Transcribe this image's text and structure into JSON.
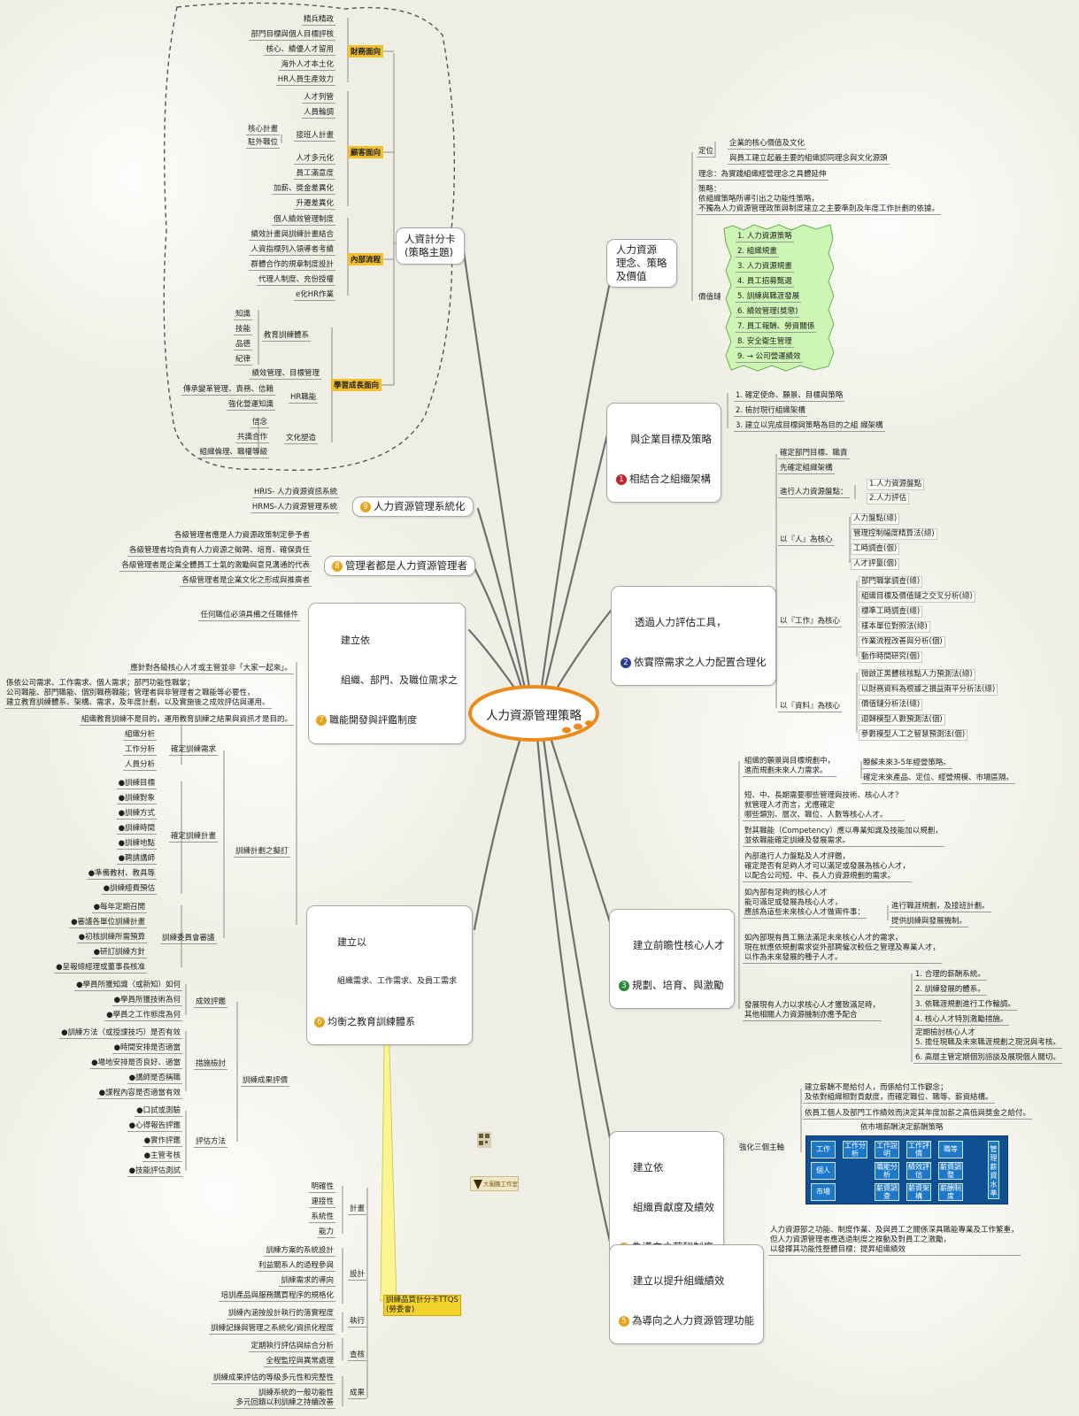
{
  "center": "人力資源管理策略",
  "scorecard": {
    "label": "人資計分卡\n(策略主題)",
    "finance": {
      "tag": "財務面向",
      "items": [
        "精兵精政",
        "部門目標與個人目標評核",
        "核心、績優人才留用",
        "海外人才本土化",
        "HR人員生產效力"
      ]
    },
    "customer": {
      "tag": "顧客面向",
      "items": [
        "人才列管",
        "人員輪調",
        "接班人計畫",
        "人才多元化",
        "員工滿意度",
        "加薪、獎金差異化",
        "升遷差異化"
      ],
      "sub": [
        "核心計畫",
        "駐外職位"
      ]
    },
    "process": {
      "tag": "內部流程",
      "items": [
        "個人績效管理制度",
        "績效計畫與訓練計畫結合",
        "人資指標列入領導者考績",
        "群體合作的規章制度設計",
        "代理人制度、充份授權",
        "e化HR作業"
      ]
    },
    "learning": {
      "tag": "學習成長面向",
      "edu": "教育訓練體系",
      "edu_items": [
        "知識",
        "技能",
        "品德",
        "紀律"
      ],
      "perf": "績效管理、目標管理",
      "hr": "HR職能",
      "hr_items": [
        "傳承變革管理、責務、信賴",
        "強化營運知識"
      ],
      "culture": "文化塑造",
      "culture_items": [
        "信念",
        "共識合作",
        "組織倫理、職權等級"
      ]
    }
  },
  "b9": {
    "num": "9",
    "label": "人力資源管理系統化",
    "items": [
      "HRIS- 人力資源資訊系統",
      "HRMS-人力資源管理系統"
    ]
  },
  "b8": {
    "num": "8",
    "label": "管理者都是人力資源管理者",
    "items": [
      "各級管理者應是人力資源政策制定參予者",
      "各級管理者均負責有人力資源之徵聘、培育、確保責任",
      "各級管理者是企業全體員工士氣的激勵與意見溝通的代表",
      "各級管理者是企業文化之形成與推廣者"
    ]
  },
  "b7": {
    "num": "7",
    "label_lines": [
      "建立依",
      "組織、部門、及職位需求之",
      "職能開發與評鑑制度"
    ],
    "items": [
      "任何職位必須具備之任職條件"
    ]
  },
  "b6": {
    "num": "6",
    "label_lines": [
      "建立以",
      "組織需求、工作需求、及員工需求",
      "均衡之教育訓練體系"
    ],
    "top": [
      "應針對各級核心人才或主管並非「大家一起來」。",
      "係依公司需求、工作需求、個人需求；部門功能性職掌；\n公司職能、部門職能、個別職務職能；管理者與非管理者之職能等必要性，\n建立教育訓練體系、架構、需求，及年度計劃，以及實施後之成效評估與運用。",
      "組織教育訓練不是目的，運用教育訓練之結果與資訊才是目的。"
    ],
    "plan": "訓練計劃之擬訂",
    "need": "確定訓練需求",
    "need_items": [
      "組織分析",
      "工作分析",
      "人員分析"
    ],
    "schedule": "確定訓練計畫",
    "schedule_items": [
      "●訓練目標",
      "●訓練對象",
      "●訓練方式",
      "●訓練時間",
      "●訓練地點",
      "●聘請講師",
      "●準備教材、教具等",
      "●訓練經費預估"
    ],
    "committee": "訓練委員會審議",
    "committee_items": [
      "●每年定期召開",
      "●審議各單位訓練計畫",
      "●初核訓練所需預算",
      "●研訂訓練方針",
      "●呈報總經理或董事長核准"
    ],
    "eval": "訓練成果評價",
    "effect": "成效評鑑",
    "effect_items": [
      "●學員所獲知識（或新知）如何",
      "●學員所獲技術為何",
      "●學員之工作態度為何"
    ],
    "measure": "措施檢討",
    "measure_items": [
      "●訓練方法（或授課技巧）是否有效",
      "●時間安排是否適當",
      "●場地安排是否良好、適當",
      "●講師是否稱職",
      "●課程內容是否適當有效"
    ],
    "method": "評估方法",
    "method_items": [
      "●口試或測驗",
      "●心得報告評鑑",
      "●實作評鑑",
      "●主管考核",
      "●技能評估測試"
    ]
  },
  "ttqs": {
    "label": "訓練品質計分卡TTQS\n(勞委會)",
    "plan": {
      "label": "計畫",
      "items": [
        "明確性",
        "連接性",
        "系統性",
        "能力"
      ]
    },
    "design": {
      "label": "設計",
      "items": [
        "訓練方案的系統設計",
        "利益關系人的過程參與",
        "訓練需求的導向",
        "培訓產品與服務購買程序的規格化"
      ]
    },
    "execute": {
      "label": "執行",
      "items": [
        "訓練內涵按設計執行的落實程度",
        "訓練記錄與管理之系統化/資訊化程度"
      ]
    },
    "check": {
      "label": "查核",
      "items": [
        "定期執行評估與綜合分析",
        "全程監控與異常處理"
      ]
    },
    "result": {
      "label": "成果",
      "items": [
        "訓練成果評估的等級多元性和完整性",
        "訓練系統的一般功能性\n多元回饋以利訓練之持續改善"
      ]
    }
  },
  "r0": {
    "label": "人力資源\n理念、策略\n及價值",
    "position": "定位",
    "position_items": [
      "企業的核心價值及文化",
      "與員工建立起最主要的組織認同理念與文化源頭"
    ],
    "idea": "理念：為實踐組織經營理念之具體延伸",
    "strategy": "策略：\n依組織策略所導引出之功能性策略，\n不獨為人力資源管理政策與制度建立之主要準則及年度工作計劃的依據。",
    "chain": "價值鏈",
    "chain_items": [
      "1. 人力資源策略",
      "2. 組織規畫",
      "3. 人力資源規畫",
      "4. 員工招募甄選",
      "5. 訓練與職涯發展",
      "6. 績效管理(獎懲)",
      "7. 員工報酬、勞資關係",
      "8. 安全衛生管理",
      "9. → 公司營運績效"
    ]
  },
  "r1": {
    "num": "1",
    "label_lines": [
      "與企業目標及策略",
      "相結合之組織架構"
    ],
    "items": [
      "1. 確定使命、願景、目標與策略",
      "2. 檢討現行組織架構",
      "3. 建立以完成目標與策略為目的之組  織架構"
    ]
  },
  "r2": {
    "num": "2",
    "label_lines": [
      "透過人力評估工具，",
      "依實際需求之人力配置合理化"
    ],
    "top": [
      "確定部門目標、職責",
      "先確定組織架構"
    ],
    "inv": "進行人力資源盤點：",
    "inv_items": [
      "1.人力資源盤點",
      "2.人力評估"
    ],
    "people": "以『人』為核心",
    "people_items": [
      "人力盤點(總)",
      "管理控制幅度精算法(總)",
      "工時調查(個)",
      "人才評量(個)"
    ],
    "work": "以『工作』為核心",
    "work_items": [
      "部門職掌調查(總)",
      "組織目標及價值鏈之交叉分析(總)",
      "標準工時調查(總)",
      "樣本單位對照法(總)",
      "作業流程改善與分析(個)",
      "動作時間研究(個)"
    ],
    "info": "以『資料』為核心",
    "info_items": [
      "微啟正黑體核核點人力預測法(總)",
      "以財務資料為根據之損益兩平分析法(總)",
      "價值鏈分析法(總)",
      "迴歸模型人數預測法(個)",
      "參數模型人工之智慧預測法(個)"
    ]
  },
  "r3": {
    "num": "3",
    "label_lines": [
      "建立前瞻性核心人才",
      "規劃、培育、與激勵"
    ],
    "a": "組織的願景與目標規劃中，\n進而規劃未來人力需求。",
    "a_items": [
      "瞭解未來3-5年經營策略。",
      "確定未來產品、定位、經營規模、市場區隔。"
    ],
    "b": "短、中、長期需要哪些管理與技術、核心人才？\n就管理人才而言，尤應確定\n哪些類別、層次、職位、人數等核心人才。",
    "c": "對其職能（Competency）應以專業知識及技能加以規劃，\n並依職能確定訓練及發展需求。",
    "d": "內部進行人力盤點及人才評鑑，\n確定是否有足夠人才可以滿足或發展為核心人才，\n以配合公司短、中、長人力資源規劃的需求。",
    "e": "如內部有足夠的核心人才\n能可滿足或發展為核心人才，\n應該為這些未來核心人才做兩件事：",
    "e_items": [
      "進行職涯規劃，及接班計劃。",
      "提供訓練與發展機制。"
    ],
    "f": "如內部現有員工無法滿足未來核心人才的需求，\n現在就應依規劃需求從外部聘僱次較低之管理及專業人才，\n以作為未來發展的種子人才。",
    "g": "發展現有人力以求核心人才獲致滿足時，\n其他相關人力資源機制亦應予配合",
    "g_items": [
      "1. 合理的薪酬系統。",
      "2. 訓練發展的體系。",
      "3. 依職涯規劃進行工作輪調。",
      "4. 核心人才特別激勵措施。",
      "定期檢討核心人才\n5. 擔任現職及未來職涯規劃之現況與考核。",
      "6. 高層主管定期個別諮談及展現個人關切。"
    ]
  },
  "r4": {
    "num": "4",
    "label_lines": [
      "建立依",
      "組織貢獻度及績效",
      "為導向之薪酬制度"
    ],
    "a": "建立薪酬不是給付人，而係給付工作觀念；\n及依對組織相對貢獻度，而確定職位、職等、薪資結構。",
    "b": "依員工個人及部門工作績效而決定其年度加薪之高低與獎金之給付。",
    "c": "依市場薪酬決定薪酬策略",
    "d": "強化三個主軸",
    "matrix": [
      "工作",
      "工作分析",
      "工作說明",
      "工作評價",
      "職等",
      "個人",
      "職能分析",
      "績效評估",
      "薪資調整",
      "市場",
      "薪資調查",
      "薪資架構",
      "薪酬制度"
    ],
    "matrix_side": "管理薪資水準"
  },
  "r5": {
    "num": "5",
    "label_lines": [
      "建立以提升組織績效",
      "為導向之人力資源管理功能"
    ],
    "text": "人力資源部之功能、制度作業、及與員工之關係深具職能專業及工作繁重，\n但人力資源管理者應透過制度之推動及對員工之激勵，\n以發揮其功能性整體目標：提昇組織績效"
  },
  "stamp": "大圖騰工作室"
}
